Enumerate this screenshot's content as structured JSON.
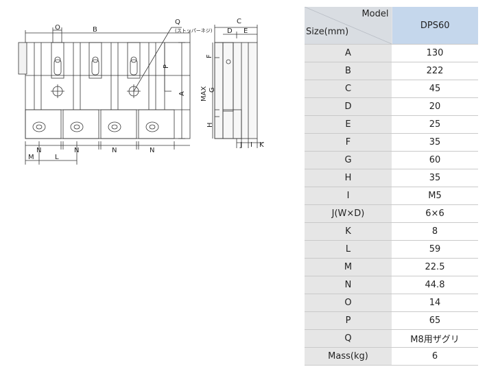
{
  "drawing": {
    "dim_labels": {
      "O": "O",
      "B": "B",
      "Q": "Q",
      "stopper": "(ストッパーネジ)",
      "C": "C",
      "D": "D",
      "E": "E",
      "P": "P",
      "A": "A",
      "MAX": "MAX",
      "G": "G",
      "F": "F",
      "H": "H",
      "N1": "N",
      "N2": "N",
      "N3": "N",
      "N4": "N",
      "M": "M",
      "L": "L",
      "J": "J",
      "I": "I",
      "K": "K"
    }
  },
  "table": {
    "header": {
      "model_label": "Model",
      "size_label": "Size(mm)",
      "model_value": "DPS60"
    },
    "rows": [
      {
        "key": "A",
        "value": "130"
      },
      {
        "key": "B",
        "value": "222"
      },
      {
        "key": "C",
        "value": "45"
      },
      {
        "key": "D",
        "value": "20"
      },
      {
        "key": "E",
        "value": "25"
      },
      {
        "key": "F",
        "value": "35"
      },
      {
        "key": "G",
        "value": "60"
      },
      {
        "key": "H",
        "value": "35"
      },
      {
        "key": "I",
        "value": "M5"
      },
      {
        "key": "J(W×D)",
        "value": "6×6"
      },
      {
        "key": "K",
        "value": "8"
      },
      {
        "key": "L",
        "value": "59"
      },
      {
        "key": "M",
        "value": "22.5"
      },
      {
        "key": "N",
        "value": "44.8"
      },
      {
        "key": "O",
        "value": "14"
      },
      {
        "key": "P",
        "value": "65"
      },
      {
        "key": "Q",
        "value": "M8用ザグリ"
      },
      {
        "key": "Mass(kg)",
        "value": "6"
      }
    ]
  }
}
